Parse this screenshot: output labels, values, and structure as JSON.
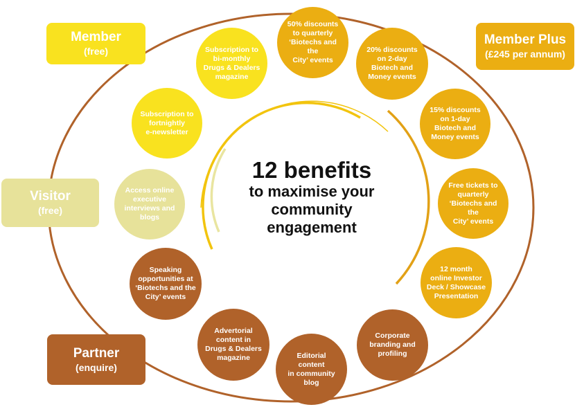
{
  "colors": {
    "member": "#F9E21F",
    "member_plus": "#EBAE12",
    "visitor": "#E7E29A",
    "partner": "#B0622A",
    "ring": "#B0622A",
    "arc_yellow": "#F2C40E",
    "arc_orange": "#E2A116",
    "arc_pale": "#E9E5A0"
  },
  "tiers": {
    "member": {
      "title": "Member",
      "subtitle": "(free)"
    },
    "member_plus": {
      "title": "Member Plus",
      "subtitle": "(£245 per annum)"
    },
    "visitor": {
      "title": "Visitor",
      "subtitle": "(free)"
    },
    "partner": {
      "title": "Partner",
      "subtitle": "(enquire)"
    }
  },
  "center": {
    "headline": "12 benefits",
    "subline": "to maximise your\ncommunity\nengagement"
  },
  "benefits": [
    {
      "text": "50% discounts\nto quarterly\n‘Biotechs and the\nCity’ events",
      "tier": "member_plus"
    },
    {
      "text": "20% discounts\non 2-day\nBiotech and\nMoney events",
      "tier": "member_plus"
    },
    {
      "text": "15% discounts\non 1-day\nBiotech and\nMoney events",
      "tier": "member_plus"
    },
    {
      "text": "Free tickets to\nquarterly\n‘Biotechs and the\nCity’ events",
      "tier": "member_plus"
    },
    {
      "text": "12 month\nonline Investor\nDeck / Showcase\nPresentation",
      "tier": "member_plus"
    },
    {
      "text": "Corporate\nbranding and\nprofiling",
      "tier": "partner"
    },
    {
      "text": "Editorial\ncontent\nin community\nblog",
      "tier": "partner"
    },
    {
      "text": "Advertorial\ncontent in\nDrugs & Dealers\nmagazine",
      "tier": "partner"
    },
    {
      "text": "Speaking\nopportunities at\n‘Biotechs and the\nCity’ events",
      "tier": "partner"
    },
    {
      "text": "Access online\nexecutive\ninterviews and\nblogs",
      "tier": "visitor"
    },
    {
      "text": "Subscription to\nfortnightly\ne-newsletter",
      "tier": "member"
    },
    {
      "text": "Subscription to\nbi-monthly\nDrugs & Dealers\nmagazine",
      "tier": "member"
    }
  ]
}
